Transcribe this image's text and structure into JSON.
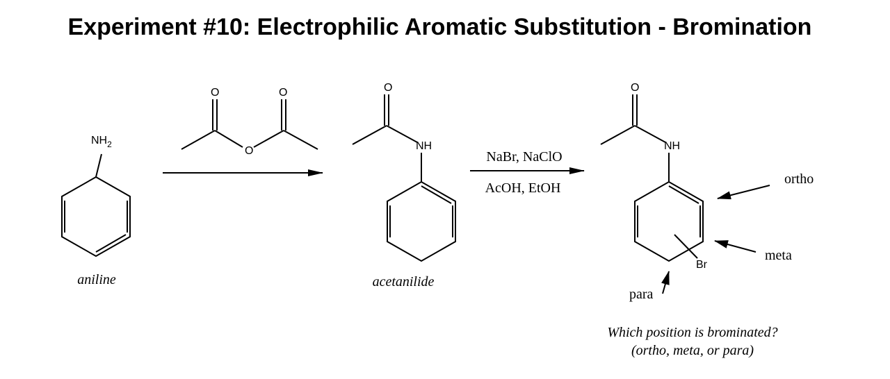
{
  "title": "Experiment #10: Electrophilic Aromatic Substitution - Bromination",
  "compounds": {
    "aniline": {
      "name": "aniline",
      "amine_label": "NH",
      "amine_sub": "2"
    },
    "anhydride": {
      "oxygen_left": "O",
      "oxygen_right": "O",
      "oxygen_bridge": "O"
    },
    "acetanilide": {
      "name": "acetanilide",
      "oxygen": "O",
      "nh": "NH"
    },
    "product": {
      "oxygen": "O",
      "nh": "NH",
      "substituent": "Br"
    }
  },
  "reagents": {
    "line1": "NaBr, NaClO",
    "line2": "AcOH, EtOH"
  },
  "positions": {
    "ortho": "ortho",
    "meta": "meta",
    "para": "para"
  },
  "question": {
    "line1": "Which position is brominated?",
    "line2": "(ortho, meta, or para)"
  }
}
